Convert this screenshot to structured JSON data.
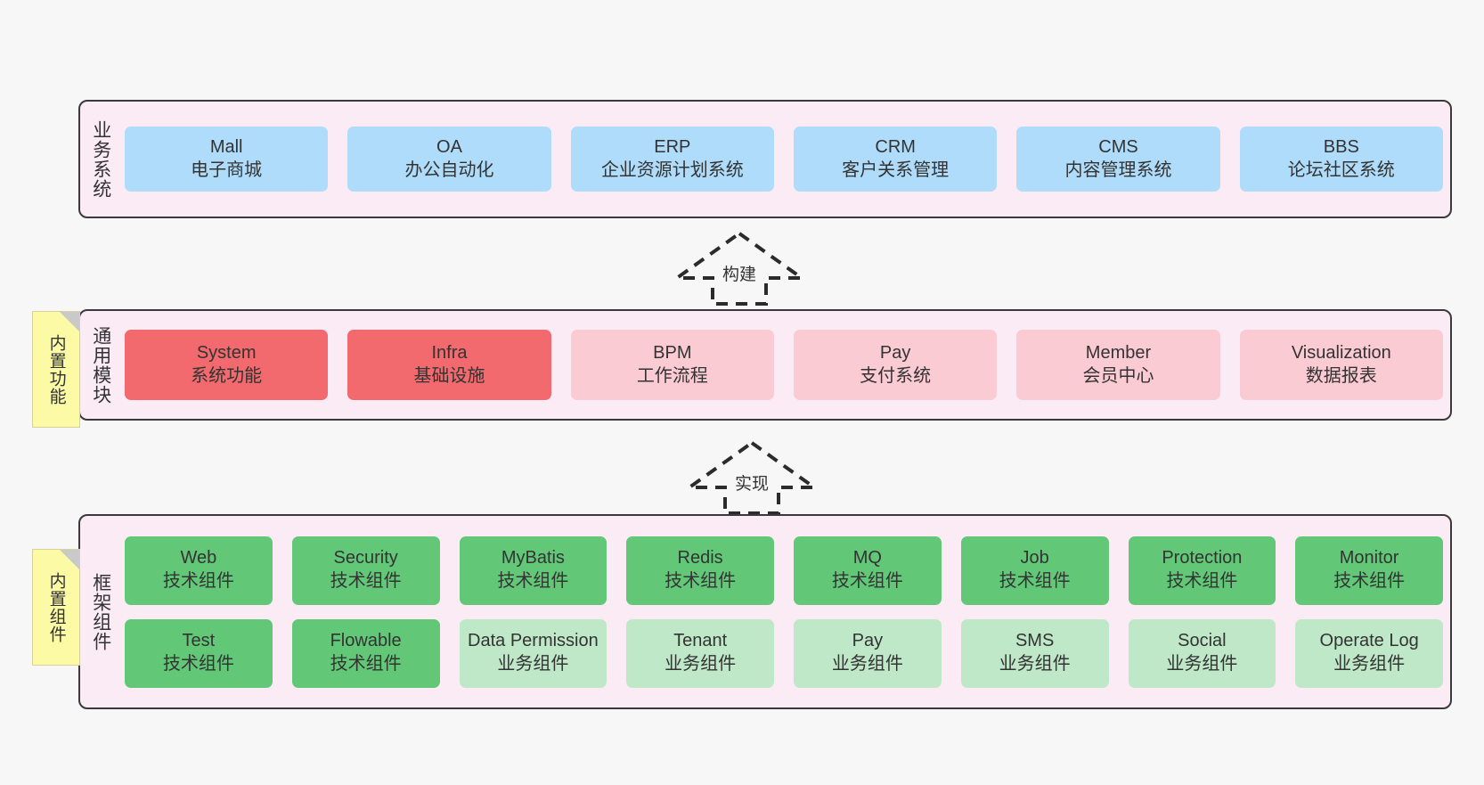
{
  "diagram": {
    "title": "",
    "background": "#F7F7F7",
    "colors": {
      "panel_fill": "#FAEBF5",
      "panel_border": "#3A3A3A",
      "business_card": "#AFDCFA",
      "module_primary": "#F2696E",
      "module_secondary": "#FBCBD4",
      "component_tech": "#62C878",
      "component_business": "#BFE8C8",
      "note_fill": "#FCFAA5",
      "note_fold": "#C9C9C9"
    }
  },
  "notes": [
    {
      "name": "builtin-function",
      "text": "内置功能"
    },
    {
      "name": "builtin-component",
      "text": "内置组件"
    }
  ],
  "arrows": [
    {
      "name": "build",
      "label": "构建",
      "style": "dashed-hollow-up"
    },
    {
      "name": "implement",
      "label": "实现",
      "style": "dashed-hollow-up"
    }
  ],
  "layers": [
    {
      "id": "business",
      "label": "业务系统",
      "rows": [
        {
          "cards": [
            {
              "en": "Mall",
              "cn": "电子商城",
              "tone": "blue"
            },
            {
              "en": "OA",
              "cn": "办公自动化",
              "tone": "blue"
            },
            {
              "en": "ERP",
              "cn": "企业资源计划系统",
              "tone": "blue"
            },
            {
              "en": "CRM",
              "cn": "客户关系管理",
              "tone": "blue"
            },
            {
              "en": "CMS",
              "cn": "内容管理系统",
              "tone": "blue"
            },
            {
              "en": "BBS",
              "cn": "论坛社区系统",
              "tone": "blue"
            }
          ]
        }
      ]
    },
    {
      "id": "common",
      "label": "通用模块",
      "rows": [
        {
          "cards": [
            {
              "en": "System",
              "cn": "系统功能",
              "tone": "red"
            },
            {
              "en": "Infra",
              "cn": "基础设施",
              "tone": "red"
            },
            {
              "en": "BPM",
              "cn": "工作流程",
              "tone": "pink"
            },
            {
              "en": "Pay",
              "cn": "支付系统",
              "tone": "pink"
            },
            {
              "en": "Member",
              "cn": "会员中心",
              "tone": "pink"
            },
            {
              "en": "Visualization",
              "cn": "数据报表",
              "tone": "pink"
            }
          ]
        }
      ]
    },
    {
      "id": "framework",
      "label": "框架组件",
      "rows": [
        {
          "cards": [
            {
              "en": "Web",
              "cn": "技术组件",
              "tone": "green"
            },
            {
              "en": "Security",
              "cn": "技术组件",
              "tone": "green"
            },
            {
              "en": "MyBatis",
              "cn": "技术组件",
              "tone": "green"
            },
            {
              "en": "Redis",
              "cn": "技术组件",
              "tone": "green"
            },
            {
              "en": "MQ",
              "cn": "技术组件",
              "tone": "green"
            },
            {
              "en": "Job",
              "cn": "技术组件",
              "tone": "green"
            },
            {
              "en": "Protection",
              "cn": "技术组件",
              "tone": "green"
            },
            {
              "en": "Monitor",
              "cn": "技术组件",
              "tone": "green"
            }
          ]
        },
        {
          "cards": [
            {
              "en": "Test",
              "cn": "技术组件",
              "tone": "green"
            },
            {
              "en": "Flowable",
              "cn": "技术组件",
              "tone": "green"
            },
            {
              "en": "Data Permission",
              "cn": "业务组件",
              "tone": "green-lite"
            },
            {
              "en": "Tenant",
              "cn": "业务组件",
              "tone": "green-lite"
            },
            {
              "en": "Pay",
              "cn": "业务组件",
              "tone": "green-lite"
            },
            {
              "en": "SMS",
              "cn": "业务组件",
              "tone": "green-lite"
            },
            {
              "en": "Social",
              "cn": "业务组件",
              "tone": "green-lite"
            },
            {
              "en": "Operate Log",
              "cn": "业务组件",
              "tone": "green-lite"
            }
          ]
        }
      ]
    }
  ]
}
